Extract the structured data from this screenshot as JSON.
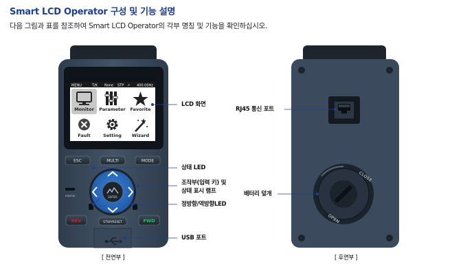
{
  "header": {
    "title": "Smart LCD Operator 구성 및 기능 설명",
    "subtitle": "다음 그림과 표를 참조하여 Smart LCD Operator의 각부 명칭 및 기능을 확인하십시오."
  },
  "screen": {
    "status_items": [
      "MENU",
      "T/K",
      "None",
      "STP",
      "↗",
      "400.00Hz"
    ],
    "tiles": [
      {
        "label": "Monitor",
        "icon": "monitor-icon"
      },
      {
        "label": "Parameter",
        "icon": "parameter-icon"
      },
      {
        "label": "Favorite",
        "icon": "star-icon"
      },
      {
        "label": "Fault",
        "icon": "fault-x-icon"
      },
      {
        "label": "Setting",
        "icon": "gear-icon"
      },
      {
        "label": "Wizard",
        "icon": "magic-wand-icon"
      }
    ]
  },
  "keys": {
    "esc": "ESC",
    "multi": "MULTI",
    "mode": "MODE",
    "enter": "ENTER",
    "status": "STATUS",
    "rev": "REV",
    "fwd": "FWD",
    "stop": "STOP/RESET"
  },
  "callouts_front": {
    "lcd": "LCD 화면",
    "status_led": "상태 LED",
    "keys_line1": "조작부(입력 키) 및",
    "keys_line2": "상태 표시 램프",
    "dir_led": "정방향/역방향LED",
    "usb": "USB 포트"
  },
  "callouts_back": {
    "rj45": "RJ45 통신 포트",
    "battery": "배터리 덮개"
  },
  "captions": {
    "front": "[ 전면부 ]",
    "back": "[ 후면부 ]"
  },
  "battery_cover": {
    "close_text": "CLOSE",
    "open_text": "OPEN"
  },
  "colors": {
    "title": "#1f3f94",
    "body": "#3b4a5c",
    "screen_bg": "#ffffff",
    "tile_active": "#c8c8c8",
    "dpad_blue": "#2e6fc4",
    "led_green": "#22c55e",
    "led_red": "#c0262d"
  }
}
